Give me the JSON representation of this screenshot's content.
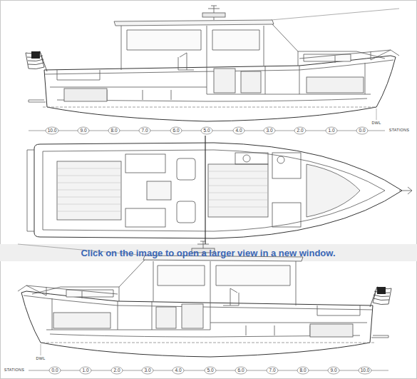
{
  "diagram": {
    "labels": [
      "10.0",
      "9.0",
      "8.0",
      "7.0",
      "6.0",
      "5.0",
      "4.0",
      "3.0",
      "2.0",
      "1.0",
      "0.0",
      "STATIONS",
      "DWL",
      "Click on the image to open a larger view in a new window.",
      "STATIONS",
      "0.0",
      "1.0",
      "2.0",
      "3.0",
      "4.0",
      "5.0",
      "6.0",
      "7.0",
      "8.0",
      "9.0",
      "10.0",
      "DWL"
    ]
  }
}
